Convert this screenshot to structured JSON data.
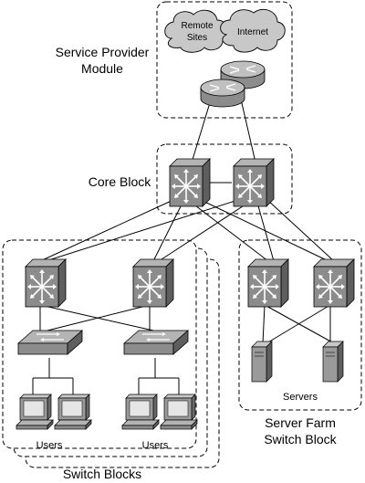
{
  "labels": {
    "service_provider_line1": "Service Provider",
    "service_provider_line2": "Module",
    "core_block": "Core Block",
    "switch_blocks": "Switch Blocks",
    "server_farm_line1": "Server Farm",
    "server_farm_line2": "Switch Block",
    "servers": "Servers",
    "users_left": "Users",
    "users_right": "Users",
    "remote_sites_line1": "Remote",
    "remote_sites_line2": "Sites",
    "internet": "Internet"
  },
  "colors": {
    "device_fill": "#8c8c8c",
    "device_dark": "#5e5e5e",
    "device_light": "#b4b4b4",
    "cloud": "#c8c8c8"
  }
}
